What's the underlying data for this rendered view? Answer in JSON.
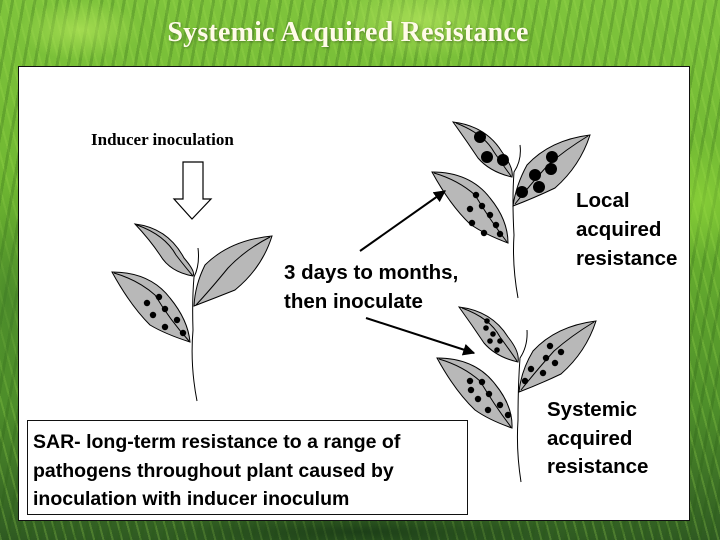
{
  "slide": {
    "title": "Systemic Acquired Resistance",
    "labels": {
      "inducer": "Inducer inoculation",
      "delay": [
        "3 days to months,",
        "then inoculate"
      ],
      "local": [
        "Local",
        "acquired",
        "resistance"
      ],
      "systemic": [
        "Systemic",
        "acquired",
        "resistance"
      ]
    },
    "definition_box": {
      "lines": [
        "SAR- long-term resistance to a range of",
        "pathogens throughout plant caused by",
        "inoculation with inducer inoculum"
      ]
    },
    "colors": {
      "leaf_fill": "#b8b8b8",
      "leaf_stroke": "#000000",
      "lesion": "#000000",
      "panel_bg": "#ffffff",
      "title_text": "#fffbe8",
      "background_grass": "#6db530"
    },
    "icons": {
      "down_arrow": "hollow-down-arrow-icon",
      "arrows": [
        "arrow-to-local-icon",
        "arrow-to-systemic-icon"
      ],
      "plants": [
        "inoculated-plant",
        "local-resistance-plant",
        "systemic-resistance-plant"
      ]
    }
  }
}
